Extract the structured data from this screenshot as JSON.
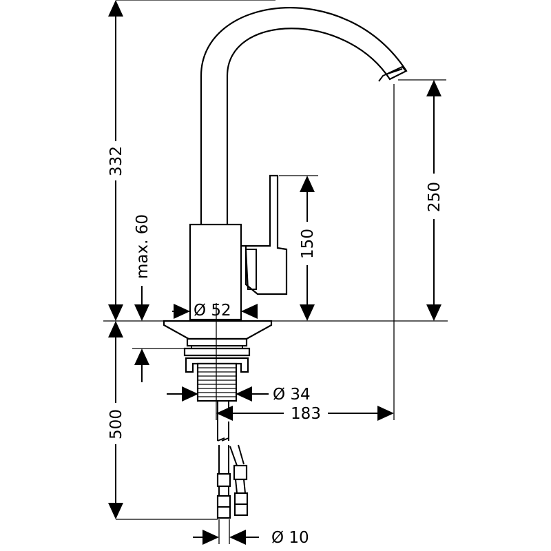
{
  "dimensions": {
    "total_height": "332",
    "spout_height": "250",
    "lever_height": "150",
    "max_thickness": "max. 60",
    "base_diameter": "Ø 52",
    "shank_diameter": "Ø 34",
    "reach": "183",
    "hose_length": "500",
    "hose_diameter": "Ø 10"
  },
  "colors": {
    "line": "#000000",
    "background": "#ffffff"
  }
}
